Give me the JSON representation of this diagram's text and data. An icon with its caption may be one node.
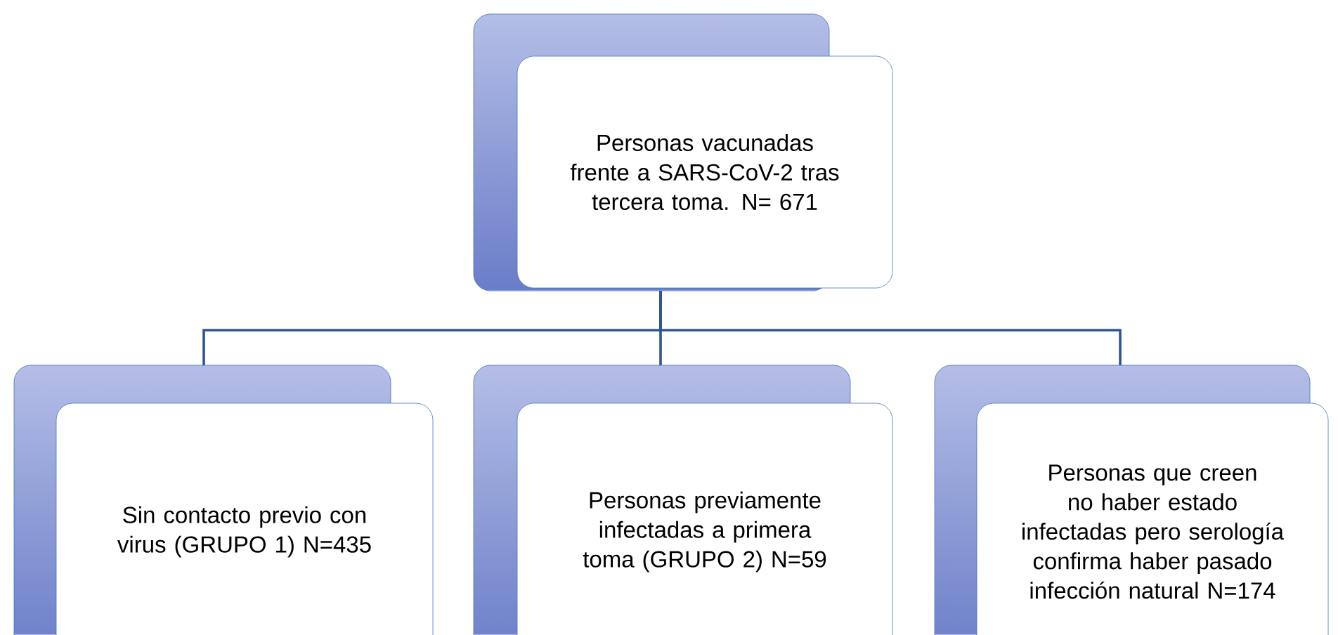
{
  "diagram": {
    "nodes": [
      {
        "text": [
          "Personas vacunadas frente a SARS-CoV-2 tras tercera toma. N= 671"
        ]
      },
      {
        "text": [
          "Sin contacto previo con virus (GRUPO 1) N=435"
        ]
      },
      {
        "text": [
          "Personas previamente infectadas a primera toma (GRUPO 2) N=59"
        ]
      },
      {
        "text": [
          "Personas que creen no haber estado infectadas pero serología confirma haber pasado infección natural N=174"
        ]
      }
    ],
    "edges": [
      {
        "from": 0,
        "to": 1,
        "arrow": "none"
      },
      {
        "from": 0,
        "to": 2,
        "arrow": "none"
      },
      {
        "from": 0,
        "to": 3,
        "arrow": "none"
      }
    ]
  }
}
